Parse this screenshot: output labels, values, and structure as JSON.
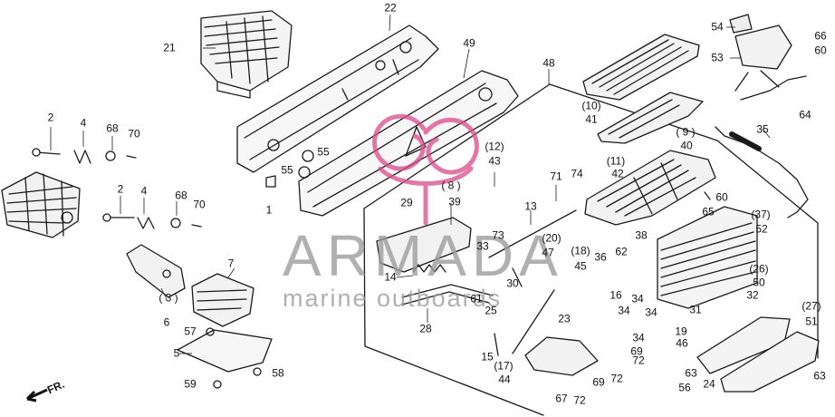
{
  "watermark": {
    "main": "ARMADA",
    "sub": "marine outboards",
    "logo_color": "#d94c8a"
  },
  "direction": {
    "text": "FR."
  },
  "callouts": [
    {
      "id": "c22",
      "text": "22"
    },
    {
      "id": "c21",
      "text": "21"
    },
    {
      "id": "c49",
      "text": "49"
    },
    {
      "id": "c48",
      "text": "48"
    },
    {
      "id": "c54",
      "text": "54"
    },
    {
      "id": "c66",
      "text": "66"
    },
    {
      "id": "c60a",
      "text": "60"
    },
    {
      "id": "c53",
      "text": "53"
    },
    {
      "id": "c64",
      "text": "64"
    },
    {
      "id": "c10",
      "text": "(10)"
    },
    {
      "id": "c41",
      "text": "41"
    },
    {
      "id": "c9",
      "text": "( 9 )"
    },
    {
      "id": "c40",
      "text": "40"
    },
    {
      "id": "c35",
      "text": "35"
    },
    {
      "id": "c11",
      "text": "(11)"
    },
    {
      "id": "c42",
      "text": "42"
    },
    {
      "id": "c74",
      "text": "74"
    },
    {
      "id": "c12",
      "text": "(12)"
    },
    {
      "id": "c43",
      "text": "43"
    },
    {
      "id": "c71",
      "text": "71"
    },
    {
      "id": "c2a",
      "text": "2"
    },
    {
      "id": "c4a",
      "text": "4"
    },
    {
      "id": "c68a",
      "text": "68"
    },
    {
      "id": "c70a",
      "text": "70"
    },
    {
      "id": "c55a",
      "text": "55"
    },
    {
      "id": "c55b",
      "text": "55"
    },
    {
      "id": "c1",
      "text": "1"
    },
    {
      "id": "c2b",
      "text": "2"
    },
    {
      "id": "c4b",
      "text": "4"
    },
    {
      "id": "c68b",
      "text": "68"
    },
    {
      "id": "c70b",
      "text": "70"
    },
    {
      "id": "c8",
      "text": "( 8 )"
    },
    {
      "id": "c29",
      "text": "29"
    },
    {
      "id": "c39",
      "text": "39"
    },
    {
      "id": "c13",
      "text": "13"
    },
    {
      "id": "c73",
      "text": "73"
    },
    {
      "id": "c33",
      "text": "33"
    },
    {
      "id": "c20",
      "text": "(20)"
    },
    {
      "id": "c47",
      "text": "47"
    },
    {
      "id": "c65",
      "text": "65"
    },
    {
      "id": "c60b",
      "text": "60"
    },
    {
      "id": "c37",
      "text": "(37)"
    },
    {
      "id": "c52",
      "text": "52"
    },
    {
      "id": "c38",
      "text": "38"
    },
    {
      "id": "c7",
      "text": "7"
    },
    {
      "id": "c18",
      "text": "(18)"
    },
    {
      "id": "c45",
      "text": "45"
    },
    {
      "id": "c36",
      "text": "36"
    },
    {
      "id": "c62",
      "text": "62"
    },
    {
      "id": "c26",
      "text": "(26)"
    },
    {
      "id": "c50",
      "text": "50"
    },
    {
      "id": "c14",
      "text": "14"
    },
    {
      "id": "c30",
      "text": "30"
    },
    {
      "id": "c16",
      "text": "16"
    },
    {
      "id": "c32",
      "text": "32"
    },
    {
      "id": "c3",
      "text": "( 3 )"
    },
    {
      "id": "c6",
      "text": "6"
    },
    {
      "id": "c61",
      "text": "61"
    },
    {
      "id": "c25",
      "text": "25"
    },
    {
      "id": "c34a",
      "text": "34"
    },
    {
      "id": "c34b",
      "text": "34"
    },
    {
      "id": "c31",
      "text": "31"
    },
    {
      "id": "c27",
      "text": "(27)"
    },
    {
      "id": "c51",
      "text": "51"
    },
    {
      "id": "c23",
      "text": "23"
    },
    {
      "id": "c34c",
      "text": "34"
    },
    {
      "id": "c34d",
      "text": "34"
    },
    {
      "id": "c19",
      "text": "19"
    },
    {
      "id": "c46",
      "text": "46"
    },
    {
      "id": "c57",
      "text": "57"
    },
    {
      "id": "c28",
      "text": "28"
    },
    {
      "id": "c69a",
      "text": "69"
    },
    {
      "id": "c72a",
      "text": "72"
    },
    {
      "id": "c5",
      "text": "5"
    },
    {
      "id": "c15",
      "text": "15"
    },
    {
      "id": "c17",
      "text": "(17)"
    },
    {
      "id": "c44",
      "text": "44"
    },
    {
      "id": "c58",
      "text": "58"
    },
    {
      "id": "c63a",
      "text": "63"
    },
    {
      "id": "c59",
      "text": "59"
    },
    {
      "id": "c69b",
      "text": "69"
    },
    {
      "id": "c72b",
      "text": "72"
    },
    {
      "id": "c56",
      "text": "56"
    },
    {
      "id": "c24",
      "text": "24"
    },
    {
      "id": "c63b",
      "text": "63"
    },
    {
      "id": "c67",
      "text": "67"
    },
    {
      "id": "c72c",
      "text": "72"
    }
  ]
}
